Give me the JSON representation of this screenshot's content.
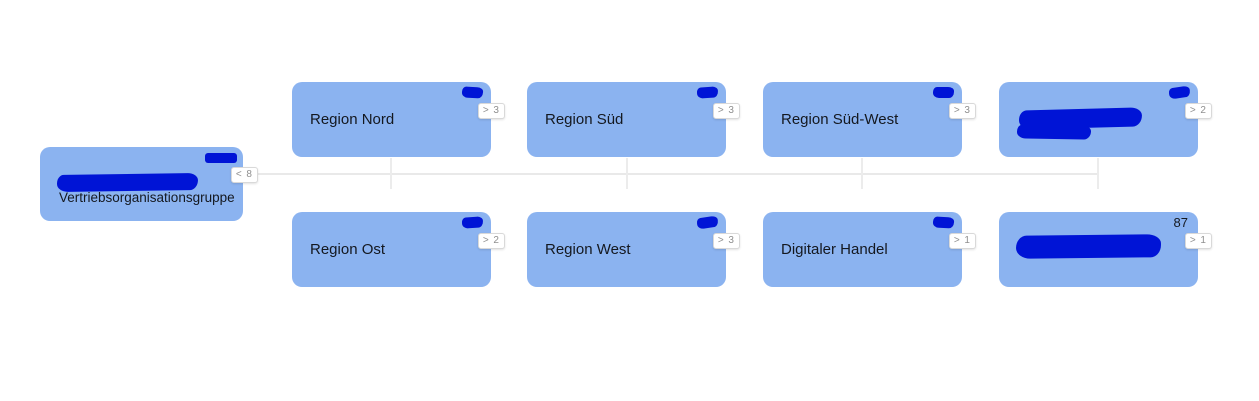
{
  "colors": {
    "node_fill": "#8bb3f0",
    "redaction_blue": "#0014d6",
    "connector_line": "#e9e9e9",
    "badge_background": "#ffffff",
    "badge_border": "#d9d9d9",
    "badge_text": "#8f8f8f",
    "label_text": "#14181f"
  },
  "root": {
    "label": "Vertriebsorganisationsgruppe",
    "badge": "< 8",
    "title_redacted": true,
    "corner_mark_redacted": true
  },
  "top_row": [
    {
      "label": "Region Nord",
      "badge": "> 3",
      "redacted": false
    },
    {
      "label": "Region Süd",
      "badge": "> 3",
      "redacted": false
    },
    {
      "label": "Region Süd-West",
      "badge": "> 3",
      "redacted": false
    },
    {
      "label": "",
      "badge": "> 2",
      "redacted": true
    }
  ],
  "bottom_row": [
    {
      "label": "Region Ost",
      "badge": "> 2",
      "redacted": false
    },
    {
      "label": "Region West",
      "badge": "> 3",
      "redacted": false
    },
    {
      "label": "Digitaler Handel",
      "badge": "> 1",
      "redacted": false
    },
    {
      "label": "",
      "badge": "> 1",
      "redacted": true,
      "corner_value": "87"
    }
  ]
}
